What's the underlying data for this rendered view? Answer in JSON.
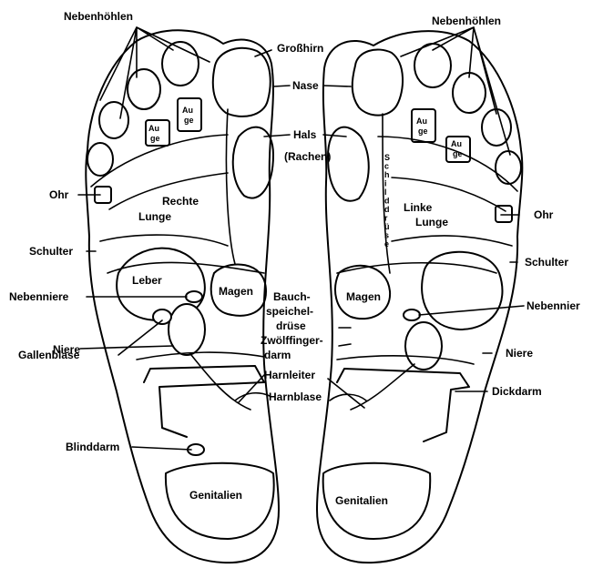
{
  "labels": {
    "nebenhoehlen_left": "Nebenhöhlen",
    "nebenhoehlen_right": "Nebenhöhlen",
    "grosshirn": "Großhirn",
    "nase": "Nase",
    "hals": "Hals",
    "rachen": "(Rachen)",
    "auge": "Au ge",
    "auge_parts": [
      "Au",
      "ge"
    ],
    "schilddruese_parts": [
      "S",
      "c",
      "h",
      "i",
      "l",
      "d",
      "d",
      "r",
      "ü",
      "s",
      "e"
    ],
    "ohr_left": "Ohr",
    "ohr_right": "Ohr",
    "rechte_lunge": [
      "Rechte",
      "Lunge"
    ],
    "linke_lunge": [
      "Linke",
      "Lunge"
    ],
    "schulter_left": "Schulter",
    "schulter_right": "Schulter",
    "leber": "Leber",
    "nebenniere_left": "Nebenniere",
    "nebenniere_right": "Nebennier",
    "magen_left": "Magen",
    "magen_right": "Magen",
    "bauchspeicheldruese": [
      "Bauch-",
      "speichel-",
      "drüse"
    ],
    "zwoelffingerdarm": [
      "Zwölffinger-",
      "darm"
    ],
    "niere_left": "Niere",
    "niere_right": "Niere",
    "gallenblase": "Gallenblase",
    "harnleiter": "Harnleiter",
    "harnblase": "Harnblase",
    "dickdarm": "Dickdarm",
    "blinddarm": "Blinddarm",
    "genitalien_left": "Genitalien",
    "genitalien_right": "Genitalien"
  },
  "colors": {
    "line": "#000000",
    "background": "#ffffff"
  }
}
